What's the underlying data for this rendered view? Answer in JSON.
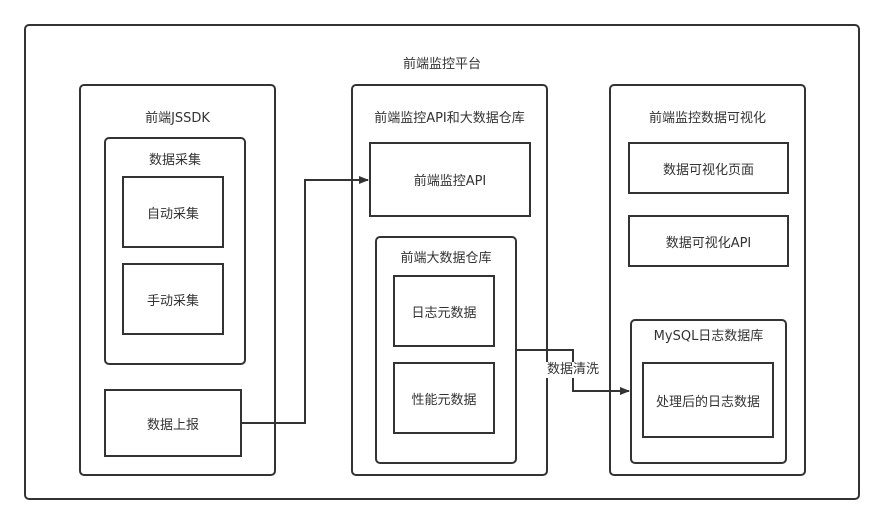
{
  "platform": {
    "title": "前端监控平台"
  },
  "sdk": {
    "title": "前端JSSDK",
    "collection": {
      "title": "数据采集",
      "items": [
        "自动采集",
        "手动采集"
      ]
    },
    "report": "数据上报"
  },
  "api_warehouse": {
    "title": "前端监控API和大数据仓库",
    "api": "前端监控API",
    "warehouse": {
      "title": "前端大数据仓库",
      "items": [
        "日志元数据",
        "性能元数据"
      ]
    }
  },
  "visualization": {
    "title": "前端监控数据可视化",
    "page": "数据可视化页面",
    "api": "数据可视化API",
    "mysql": {
      "title": "MySQL日志数据库",
      "item": "处理后的日志数据"
    }
  },
  "edges": [
    {
      "from": "数据上报",
      "to": "前端监控API",
      "label": ""
    },
    {
      "from": "前端大数据仓库",
      "to": "MySQL日志数据库",
      "label": "数据清洗"
    }
  ],
  "colors": {
    "stroke": "#333333",
    "background": "#ffffff"
  }
}
